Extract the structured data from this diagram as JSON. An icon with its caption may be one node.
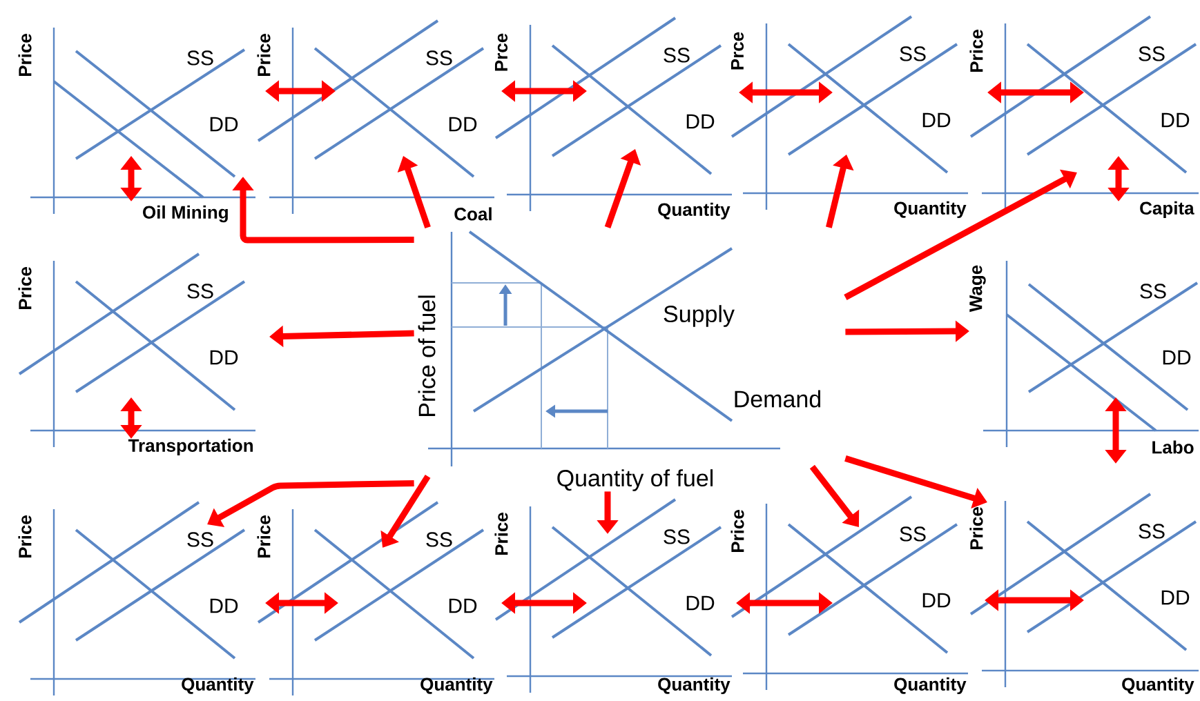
{
  "diagram": {
    "nodes": [
      {
        "text": [
          "Price",
          "SS",
          "DD",
          "Oil Mining"
        ]
      },
      {
        "text": [
          "Price",
          "SS",
          "DD",
          "Coal"
        ]
      },
      {
        "text": [
          "Prce",
          "SS",
          "DD",
          "Quantity"
        ]
      },
      {
        "text": [
          "Prce",
          "SS",
          "DD",
          "Quantity"
        ]
      },
      {
        "text": [
          "Price",
          "SS",
          "DD",
          "Capita"
        ]
      },
      {
        "text": [
          "Price",
          "SS",
          "DD",
          "Transportation"
        ]
      },
      {
        "text": [
          "Price of fuel",
          "Supply",
          "Demand",
          "Quantity of fuel"
        ]
      },
      {
        "text": [
          "Wage",
          "SS",
          "DD",
          "Labo"
        ]
      },
      {
        "text": [
          "Price",
          "SS",
          "DD",
          "Quantity"
        ]
      },
      {
        "text": [
          "Price",
          "SS",
          "DD",
          "Quantity"
        ]
      },
      {
        "text": [
          "Price",
          "SS",
          "DD",
          "Quantity"
        ]
      },
      {
        "text": [
          "Price",
          "SS",
          "DD",
          "Quantity"
        ]
      },
      {
        "text": [
          "Price",
          "SS",
          "DD",
          "Quantity"
        ]
      }
    ],
    "edges": [
      {
        "from": 6,
        "to": 0,
        "arrow": "to"
      },
      {
        "from": 6,
        "to": 1,
        "arrow": "to"
      },
      {
        "from": 6,
        "to": 2,
        "arrow": "to"
      },
      {
        "from": 6,
        "to": 3,
        "arrow": "to"
      },
      {
        "from": 6,
        "to": 4,
        "arrow": "to"
      },
      {
        "from": 6,
        "to": 5,
        "arrow": "to"
      },
      {
        "from": 6,
        "to": 7,
        "arrow": "to"
      },
      {
        "from": 6,
        "to": 8,
        "arrow": "to"
      },
      {
        "from": 6,
        "to": 9,
        "arrow": "to"
      },
      {
        "from": 6,
        "to": 10,
        "arrow": "to"
      },
      {
        "from": 6,
        "to": 11,
        "arrow": "to"
      },
      {
        "from": 6,
        "to": 12,
        "arrow": "to"
      }
    ]
  }
}
